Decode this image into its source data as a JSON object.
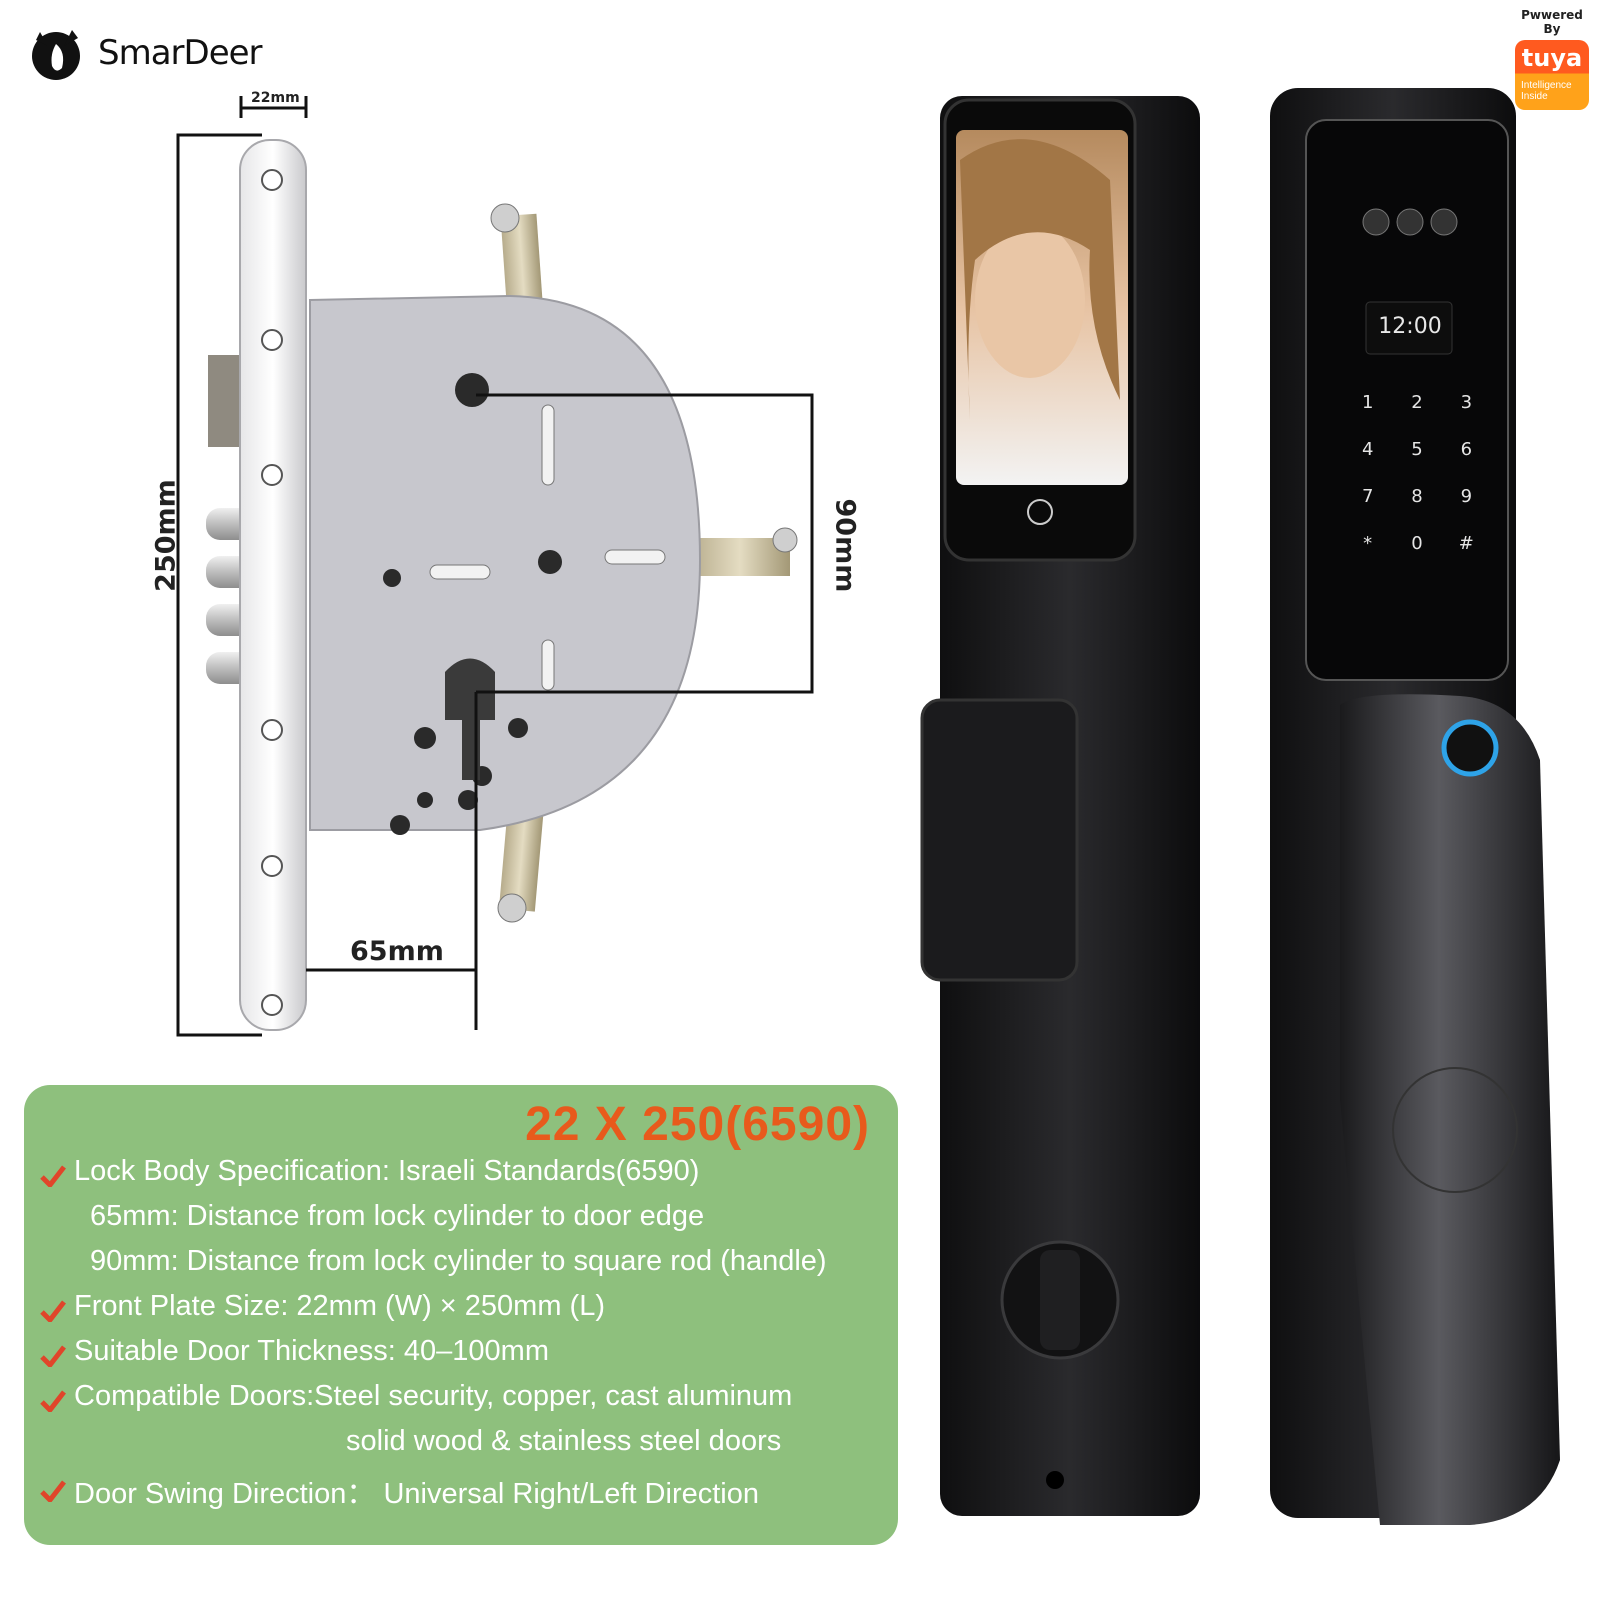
{
  "brand": {
    "name": "SmarDeer",
    "logo_icon": "deer-head-icon"
  },
  "badge": {
    "powered_by": "Pwwered By",
    "word": "tuya",
    "sub_line1": "Intelligence",
    "sub_line2": "Inside"
  },
  "dimensions": {
    "faceplate_width": "22mm",
    "faceplate_length": "250mm",
    "handle_distance": "90mm",
    "backset": "65mm"
  },
  "lock_display": {
    "time": "12:00",
    "keypad": [
      "1",
      "2",
      "3",
      "4",
      "5",
      "6",
      "7",
      "8",
      "9",
      "*",
      "0",
      "#"
    ]
  },
  "spec": {
    "title": "22 X 250(6590)",
    "lines": [
      {
        "text": "Lock Body Specification: Israeli Standards(6590)",
        "checked": true
      },
      {
        "text": "65mm: Distance from lock cylinder to door edge",
        "checked": false
      },
      {
        "text": "90mm: Distance from lock cylinder to square rod (handle)",
        "checked": false
      },
      {
        "text": "Front Plate Size: 22mm (W) × 250mm (L)",
        "checked": true
      },
      {
        "text": "Suitable Door Thickness: 40–100mm",
        "checked": true
      },
      {
        "text": "Compatible Doors:Steel security, copper, cast aluminum",
        "checked": true
      },
      {
        "text": "solid wood & stainless steel doors",
        "checked": false
      },
      {
        "text": "Door Swing Direction： Universal Right/Left Direction",
        "checked": true
      }
    ]
  },
  "colors": {
    "spec_panel": "#8ec07d",
    "title": "#e85a1c",
    "check": "#e0452a",
    "lock_body": "#1c1c1e"
  }
}
